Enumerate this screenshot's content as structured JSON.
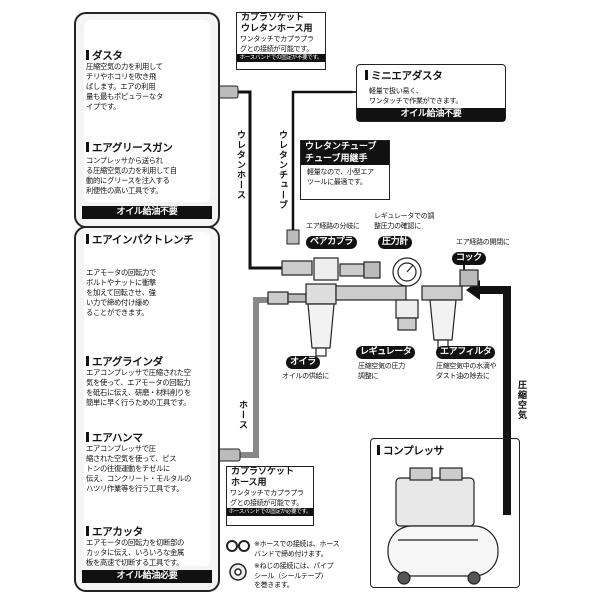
{
  "left_top": {
    "dasuta": {
      "title": "ダスタ",
      "desc": [
        "圧縮空気の力を利用して",
        "チリやホコリを吹き飛",
        "ばします。エアの利用",
        "量も最もポピュラーなタ",
        "イプです。"
      ]
    },
    "grease": {
      "title": "エアグリースガン",
      "desc": [
        "コンプレッサから送られ",
        "る圧縮空気の力を利用して自",
        "動的にグリースを注入する",
        "利便性の高い工具です。"
      ]
    },
    "oil_note": "オイル給油不要"
  },
  "left_bottom": {
    "impact": {
      "title": "エアインパクトレンチ",
      "desc": [
        "エアモータの回転力で",
        "ボルトやナットに衝撃",
        "を加えて回転させ、強",
        "い力で締め付け緩め",
        "ることができます。"
      ]
    },
    "grinder": {
      "title": "エアグラインダ",
      "desc": [
        "エアコンプレッサで圧縮された空",
        "気を使って、エアモータの回転力",
        "を砥石に伝え、研磨・材料削りを",
        "簡単に早く行うための工具です。"
      ]
    },
    "hammer": {
      "title": "エアハンマ",
      "desc": [
        "エアコンプレッサで圧",
        "縮された空気を使って、ピス",
        "トンの往復運動をチゼルに",
        "伝え、コンクリート・モルタルの",
        "ハツリ作業等を行う工具です。"
      ]
    },
    "cutter": {
      "title": "エアカッタ",
      "desc": [
        "エアモータの回転力を切断部の",
        "カッタに伝え、いろいろな金属",
        "板を高速で切断する工具です。"
      ]
    },
    "oil_note": "オイル給油必要"
  },
  "socket_top": {
    "title1": "カプラソケット",
    "title2": "ウレタンホース用",
    "desc": [
      "ワンタッチでカプラプラ",
      "グとの接続が可能です。"
    ],
    "note": "ホースバンドでの固定が不要です。"
  },
  "socket_bottom": {
    "title1": "カプラソケット",
    "title2": "ホース用",
    "desc": [
      "ワンタッチでカプラプラ",
      "グとの接続が可能です。"
    ],
    "note": "ホースバンドでの固定が必要です。"
  },
  "mini_dasuta": {
    "title": "ミニエアダスタ",
    "desc": [
      "軽量で扱い易く、",
      "ワンタッチで作業ができます。"
    ],
    "oil_note": "オイル給油不要"
  },
  "tube_joint": {
    "title1": "ウレタンチューブ",
    "title2": "チューブ用継手",
    "desc": [
      "軽量なので、小型エア",
      "ツールに最適です。"
    ]
  },
  "labels": {
    "urethane_hose": "ウレタンホース",
    "urethane_tube": "ウレタンチューブ",
    "hose": "ホース",
    "compressed_air": "圧縮空気",
    "pair_coupler_note": "エア経路の分岐に",
    "pair_coupler": "ペアカプラ",
    "regulator_note": [
      "レギュレータでの調",
      "整圧力の確認に"
    ],
    "gauge": "圧力計",
    "cock_note": "エア経路の開閉に",
    "cock": "コック",
    "oiler": "オイラ",
    "oiler_desc": "オイルの供給に",
    "regulator": "レギュレータ",
    "regulator_desc": [
      "圧縮空気の圧力",
      "調整に"
    ],
    "filter": "エアフィルタ",
    "filter_desc": [
      "圧縮空気中の水滴や",
      "ダスト油の除去に"
    ],
    "compressor": "コンプレッサ"
  },
  "notes": {
    "hose_band": [
      "※ホースでの接続は、ホース",
      "バンドで締め付けます。"
    ],
    "screw": [
      "※ねじの接続には、パイプ",
      "シール（シールテープ）",
      "を巻きます。"
    ]
  }
}
